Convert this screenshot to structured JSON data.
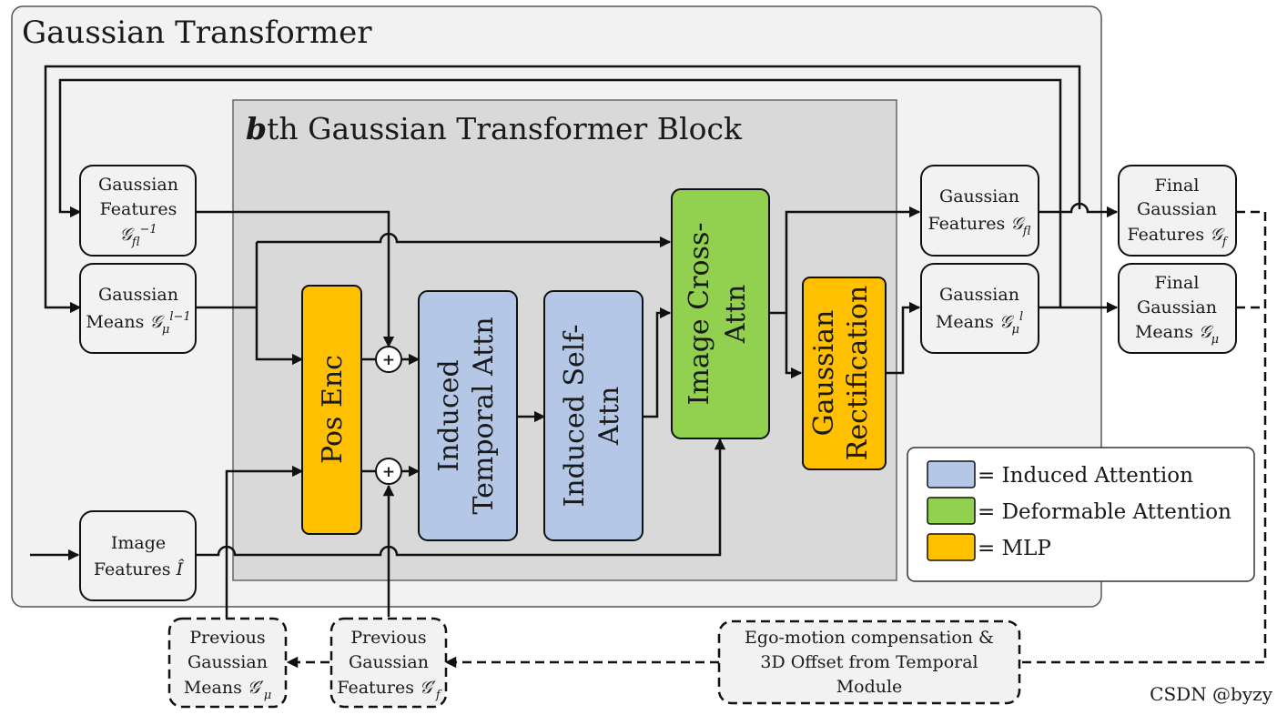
{
  "outer": {
    "title": "Gaussian Transformer"
  },
  "block": {
    "prefix": "b",
    "title": "th Gaussian Transformer Block"
  },
  "inputs": {
    "gaussian_features": {
      "line1": "Gaussian",
      "line2": "Features",
      "sym": "𝒢",
      "sub": "f",
      "sup": "l−1"
    },
    "gaussian_means": {
      "line1": "Gaussian",
      "line2": "Means",
      "sym": "𝒢",
      "sub": "μ",
      "sup": "l−1"
    },
    "image_features": {
      "line1": "Image",
      "line2": "Features",
      "sym": "Î"
    }
  },
  "modules": {
    "pos_enc": "Pos Enc",
    "temporal_attn": {
      "line1": "Induced",
      "line2": "Temporal Attn"
    },
    "self_attn": {
      "line1": "Induced Self-",
      "line2": "Attn"
    },
    "cross_attn": {
      "line1": "Image Cross-",
      "line2": "Attn"
    },
    "rectification": {
      "line1": "Gaussian",
      "line2": "Rectification"
    },
    "plus": "+"
  },
  "outputs": {
    "gaussian_features": {
      "line1": "Gaussian",
      "line2": "Features",
      "sym": "𝒢",
      "sub": "f",
      "sup": "l"
    },
    "gaussian_means": {
      "line1": "Gaussian",
      "line2": "Means",
      "sym": "𝒢",
      "sub": "μ",
      "sup": "l"
    },
    "final_features": {
      "line1": "Final",
      "line2": "Gaussian",
      "line3": "Features",
      "sym": "𝒢",
      "sub": "f"
    },
    "final_means": {
      "line1": "Final",
      "line2": "Gaussian",
      "line3": "Means",
      "sym": "𝒢",
      "sub": "μ"
    }
  },
  "temporal": {
    "prev_means": {
      "line1": "Previous",
      "line2": "Gaussian",
      "line3": "Means",
      "sym": "𝒢′",
      "sub": "μ"
    },
    "prev_features": {
      "line1": "Previous",
      "line2": "Gaussian",
      "line3": "Features",
      "sym": "𝒢′",
      "sub": "f"
    },
    "ego_motion": {
      "line1": "Ego-motion compensation &",
      "line2": "3D Offset from Temporal",
      "line3": "Module"
    }
  },
  "legend": {
    "items": [
      {
        "label": "= Induced Attention",
        "color": "#b4c7e7"
      },
      {
        "label": "= Deformable Attention",
        "color": "#92d050"
      },
      {
        "label": "= MLP",
        "color": "#ffc000"
      }
    ]
  },
  "watermark": "CSDN @byzy",
  "colors": {
    "outer_bg": "#f2f2f2",
    "block_bg": "#d9d9d9",
    "node_bg": "#f2f2f2",
    "induced": "#b4c7e7",
    "deformable": "#92d050",
    "mlp": "#ffc000"
  }
}
